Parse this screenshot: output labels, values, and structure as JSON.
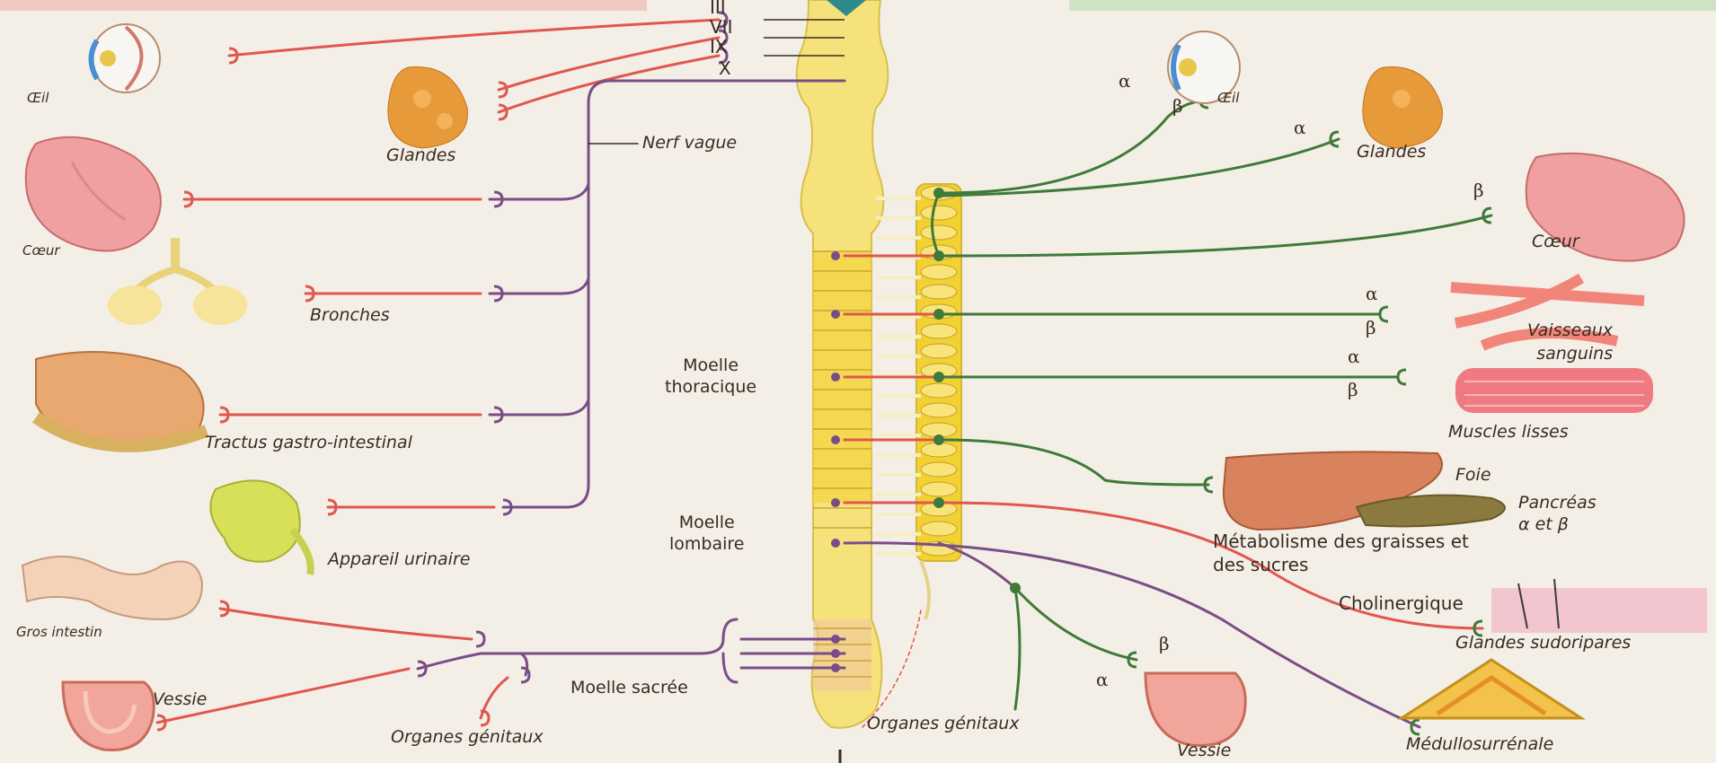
{
  "colors": {
    "parasympathetic": "#7a4d87",
    "preganglionic_red": "#e0574f",
    "sympathetic": "#3f7a3a",
    "spinal_cord": "#f6e27a",
    "ganglion_chain": "#f2d233",
    "background": "#f3efe6"
  },
  "cranial_nerves": [
    "III",
    "VII",
    "IX",
    "X"
  ],
  "labels": {
    "nerf_vague": "Nerf vague",
    "moelle_thoracique": "Moelle\nthoracique",
    "moelle_lombaire": "Moelle\nlombaire",
    "moelle_sacree": "Moelle sacrée",
    "metabolism": "Métabolisme des graisses et\ndes sucres",
    "cholinergique": "Cholinergique"
  },
  "left_organs": {
    "oeil": "Œil",
    "glandes": "Glandes",
    "coeur": "Cœur",
    "bronches": "Bronches",
    "tractus": "Tractus gastro-intestinal",
    "appareil_urinaire": "Appareil urinaire",
    "gros_intestin": "Gros intestin",
    "vessie": "Vessie",
    "organes_genitaux": "Organes génitaux"
  },
  "right_organs": {
    "oeil": "Œil",
    "glandes": "Glandes",
    "coeur": "Cœur",
    "vaisseaux": "Vaisseaux\nsanguins",
    "muscles": "Muscles lisses",
    "foie": "Foie",
    "pancreas": "Pancréas\nα et β",
    "glandes_sudoripares": "Glandes sudoripares",
    "organes_genitaux": "Organes génitaux",
    "vessie": "Vessie",
    "medullosurrenale": "Médullosurrénale"
  },
  "receptors": {
    "alpha": "α",
    "beta": "β"
  },
  "icons": {
    "eye": "eye-icon",
    "glands": "gland-icon",
    "heart": "heart-icon",
    "lungs": "lungs-icon",
    "stomach": "stomach-icon",
    "kidney": "kidney-icon",
    "intestine": "intestine-icon",
    "bladder": "bladder-icon",
    "vessels": "blood-vessel-icon",
    "muscle": "smooth-muscle-icon",
    "liver": "liver-icon",
    "pancreas": "pancreas-icon",
    "skin": "skin-icon",
    "adrenal": "adrenal-icon"
  }
}
